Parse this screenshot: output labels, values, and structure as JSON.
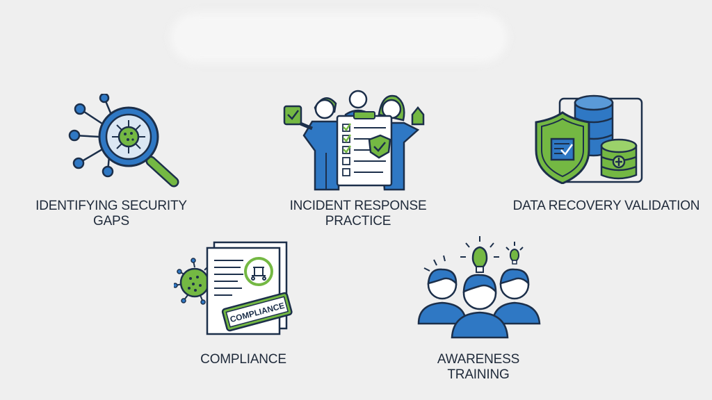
{
  "items": [
    {
      "label": "IDENTIFYING SECURITY\nGAPS",
      "icon": "magnifier-virus-network-icon"
    },
    {
      "label": "INCIDENT RESPONSE\nPRACTICE",
      "icon": "team-checklist-icon"
    },
    {
      "label": "DATA RECOVERY VALIDATION",
      "icon": "shield-database-icon"
    },
    {
      "label": "COMPLIANCE",
      "icon": "compliance-document-icon"
    },
    {
      "label": "AWARENESS\nTRAINING",
      "icon": "people-lightbulb-icon"
    }
  ],
  "badge_text": "COMPLIANCE",
  "colors": {
    "blue": "#2f78c4",
    "green": "#74b843",
    "navy": "#1c2f4a",
    "text": "#1f2a3a",
    "background": "#efefef"
  }
}
